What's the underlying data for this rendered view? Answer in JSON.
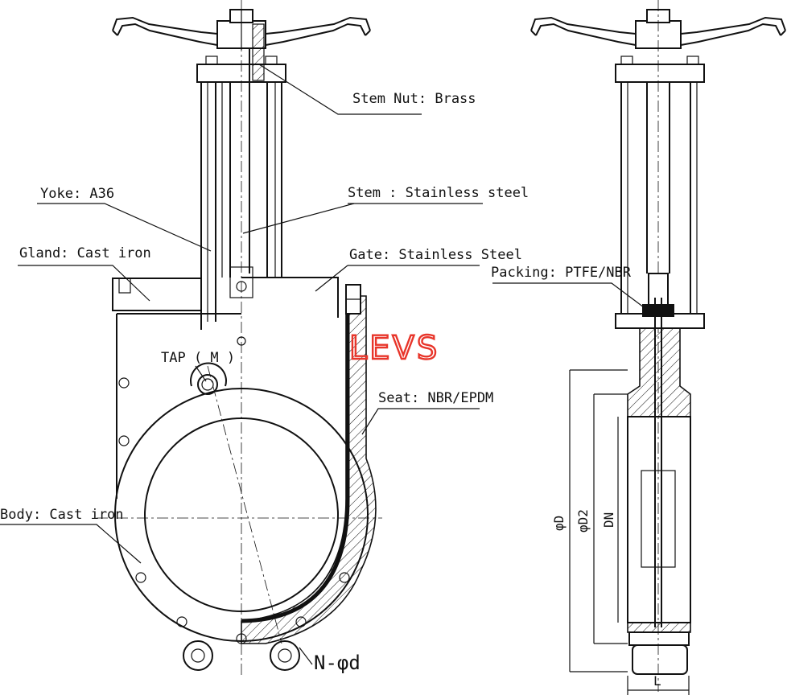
{
  "labels": {
    "stem_nut": "Stem Nut: Brass",
    "yoke": "Yoke: A36",
    "stem": "Stem : Stainless steel",
    "gland": "Gland: Cast iron",
    "gate": "Gate: Stainless Steel",
    "tap": "TAP ( M )",
    "seat": "Seat: NBR/EPDM",
    "body": "Body: Cast iron",
    "bolt_holes": "N-φd",
    "packing": "Packing: PTFE/NBR"
  },
  "brand": "LEVS",
  "dimensions": {
    "outer_diameter": "φD",
    "bolt_circle": "φD2",
    "nominal_diameter": "DN",
    "length": "L"
  },
  "colors": {
    "brand": "#e8352a",
    "line": "#111111"
  }
}
